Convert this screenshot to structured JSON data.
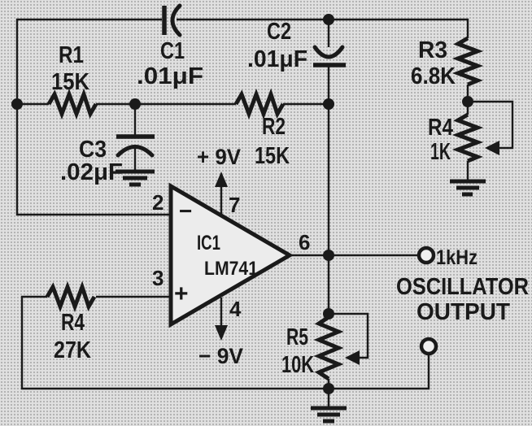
{
  "figure": {
    "kind": "circuit-schematic",
    "description": "1 kHz oscillator built around an LM741 op amp",
    "colors": {
      "paper": "#e0e0e0",
      "ink": "#1a1a1a"
    }
  },
  "components": {
    "r1": {
      "ref": "R1",
      "value": "15K"
    },
    "r2": {
      "ref": "R2",
      "value": "15K"
    },
    "r3": {
      "ref": "R3",
      "value": "6.8K"
    },
    "r4_trim": {
      "ref": "R4",
      "value": "1K"
    },
    "r4_input": {
      "ref": "R4",
      "value": "27K"
    },
    "r5": {
      "ref": "R5",
      "value": "10K"
    },
    "c1": {
      "ref": "C1",
      "value": ".01μF"
    },
    "c2": {
      "ref": "C2",
      "value": ".01μF"
    },
    "c3": {
      "ref": "C3",
      "value": ".02μF"
    },
    "ic1": {
      "ref": "IC1",
      "part": "LM741",
      "pin_inverting": "2",
      "pin_noninverting": "3",
      "pin_output": "6",
      "pin_vplus": "7",
      "pin_vminus": "4",
      "sign_inverting": "−",
      "sign_noninverting": "+"
    }
  },
  "power": {
    "positive_rail": "+ 9V",
    "negative_rail": "− 9V"
  },
  "output": {
    "frequency": "1kHz",
    "caption_line1": "OSCILLATOR",
    "caption_line2": "OUTPUT"
  }
}
